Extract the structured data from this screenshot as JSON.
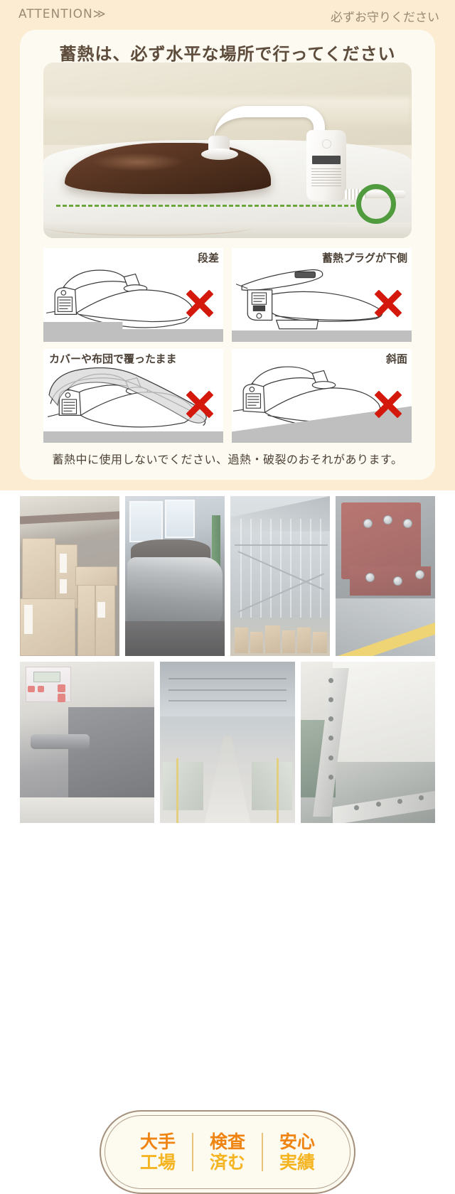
{
  "attention": {
    "header_left": "ATTENTION≫",
    "header_right": "必ずお守りください",
    "card_title": "蓄熱は、必ず水平な場所で行ってください",
    "hero": {
      "alt": "brown-hot-water-bag-on-flat-table-with-white-charging-plug",
      "level_line": "green-dashed-level-line",
      "ok_mark": "green-circle-ok-mark"
    },
    "panels": [
      {
        "label": "段差",
        "label_pos": "right",
        "mark": "red-x-mark",
        "ground": "step"
      },
      {
        "label": "蓄熱プラグが下側",
        "label_pos": "right",
        "mark": "red-x-mark",
        "ground": "flat"
      },
      {
        "label": "カバーや布団で覆ったまま",
        "label_pos": "left",
        "mark": "red-x-mark",
        "ground": "flat"
      },
      {
        "label": "斜面",
        "label_pos": "right",
        "mark": "red-x-mark",
        "ground": "slope"
      }
    ],
    "note": "蓄熱中に使用しないでください、過熱・破裂のおそれがあります。"
  },
  "collage": {
    "photos_top": [
      "cardboard-boxes-in-warehouse",
      "gray-rolled-material-by-window",
      "warehouse-interior-with-stacked-boxes",
      "red-machinery-with-bolts"
    ],
    "photos_bottom": [
      "industrial-machine-control-panel",
      "long-warehouse-aisle-with-goods",
      "metal-frame-rail-equipment"
    ],
    "badge": {
      "items": [
        {
          "line1": "大手",
          "line2": "工場"
        },
        {
          "line1": "検査",
          "line2": "済む"
        },
        {
          "line1": "安心",
          "line2": "実績"
        }
      ]
    }
  },
  "colors": {
    "page_bg": "#fbecd2",
    "card_bg": "#fdfaf1",
    "title_text": "#5e4c3c",
    "header_text": "#9b8a74",
    "ok_green": "#4f9b3d",
    "x_red": "#d4190c",
    "badge_orange": "#ef8413",
    "badge_gold": "#f5b422",
    "badge_border": "#a4907c"
  }
}
